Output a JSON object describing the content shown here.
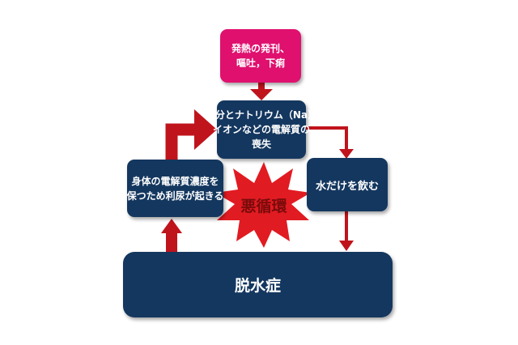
{
  "cause": {
    "lines": [
      "発熱の発刊、",
      "嘔吐，下痢"
    ]
  },
  "loss": {
    "lines": [
      "水分とナトリウム（Na）",
      "イオンなどの電解質の",
      "喪失"
    ]
  },
  "drink": {
    "label": "水だけを飲む"
  },
  "body_response": {
    "lines": [
      "身体の電解質濃度を",
      "保つため利尿が起きる"
    ]
  },
  "center": {
    "label": "悪循環"
  },
  "dehydration": {
    "label": "脱水症"
  },
  "colors": {
    "navy": "#14375f",
    "pink": "#e0106f",
    "arrow": "#c0141c",
    "burst": "#e11b22",
    "burst_text": "#7a0b0b"
  }
}
